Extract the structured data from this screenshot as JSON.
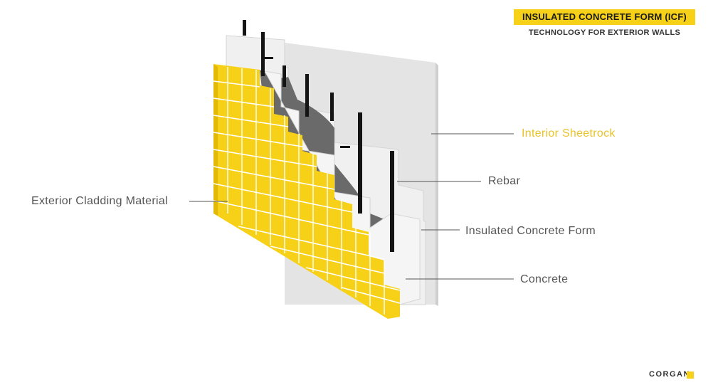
{
  "title": "INSULATED CONCRETE FORM (ICF)",
  "subtitle": "TECHNOLOGY FOR EXTERIOR WALLS",
  "labels": {
    "interior_sheetrock": "Interior Sheetrock",
    "rebar": "Rebar",
    "exterior_cladding": "Exterior Cladding Material",
    "insulated_concrete_form": "Insulated Concrete Form",
    "concrete": "Concrete"
  },
  "brand": "CORGAN",
  "colors": {
    "accent_yellow": "#f7d117",
    "label_accent": "#e9c22a",
    "label_text": "#555555",
    "brick_face": "#f7d117",
    "brick_side": "#e2b908",
    "mortar": "#ffffff",
    "concrete": "#6b6b6b",
    "foam": "#f2f2f2",
    "sheetrock": "#e4e4e4",
    "rebar": "#141414"
  }
}
